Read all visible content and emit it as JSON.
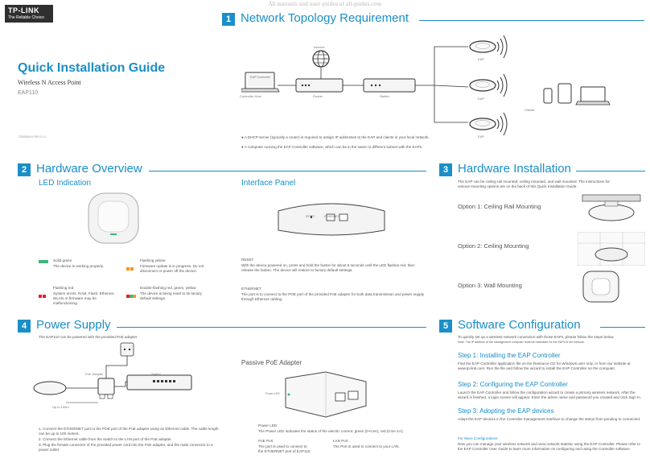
{
  "watermark": "All manuals and user guides at all-guides.com",
  "brand": {
    "name": "TP-LINK",
    "tagline": "The Reliable Choice"
  },
  "cover": {
    "title": "Quick Installation Guide",
    "subtitle": "Wireless N Access Point",
    "model": "EAP110",
    "code": "7106506419 REV1.0.0"
  },
  "sections": {
    "s1": {
      "num": "1",
      "title": "Network Topology Requirement"
    },
    "s2": {
      "num": "2",
      "title": "Hardware Overview"
    },
    "s3": {
      "num": "3",
      "title": "Hardware Installation"
    },
    "s4": {
      "num": "4",
      "title": "Power Supply"
    },
    "s5": {
      "num": "5",
      "title": "Software Configuration"
    }
  },
  "topology": {
    "internet": "Internet",
    "controller_host": "Controller Host",
    "eap_controller": "EAP Controller",
    "router": "Router",
    "switch": "Switch",
    "eap": "EAP",
    "clients": "Clients",
    "notes": [
      "A DHCP server (typically a router) is required to assign IP addresses to the EAP and clients in your local network.",
      "A computer running the EAP Controller software, which can be in the same or different subnet with the EAPs."
    ]
  },
  "hardware": {
    "led_title": "LED Indication",
    "interface_title": "Interface Panel",
    "leds": [
      {
        "color": "#3cb878",
        "state": "Solid green",
        "desc": "The device is working properly."
      },
      {
        "color": "#f7941d",
        "state": "Flashing yellow",
        "desc": "Firmware update is in progress. Do not disconnect or power off the device."
      },
      {
        "color": "#ed1c24",
        "state": "Flashing red",
        "desc": "System errors. RAM, Flash, Ethernet, WLAN or firmware may be malfunctioning."
      },
      {
        "color": "#f7941d",
        "state": "Double-flashing red, green, yellow",
        "desc": "The device is being reset to its factory default settings."
      }
    ],
    "reset_title": "RESET",
    "reset_desc": "With the device powered on, press and hold the button for about 8 seconds until the LED flashes red, then release the button. The device will restore to factory default settings.",
    "ethernet_title": "ETHERNET",
    "ethernet_desc": "The port is to connect to the POE port of the provided PoE adapter for both data transmission and power supply through Ethernet cabling.",
    "panel_labels": [
      "RESET",
      "ETHERNET"
    ]
  },
  "installation": {
    "intro": "The EAP can be ceiling rail mounted, ceiling mounted, and wall mounted. The instructions for various mounting options are on the back of this Quick Installation Guide.",
    "options": [
      "Option 1:  Ceiling Rail Mounting",
      "Option 2:  Ceiling Mounting",
      "Option 3:  Wall Mounting"
    ]
  },
  "power": {
    "intro": "The EAP110 can be powered with the provided PoE adapter.",
    "poe_adapter": "PoE Adapter",
    "switch": "Switch",
    "distance": "Up to 100m",
    "steps": [
      "1. Connect the ETHERNET port to the POE port of the PoE adapter using an Ethernet cable. The cable length can be up to 100 meters.",
      "2. Connect the Ethernet cable from the switch to the LAN port of the PoE adapter.",
      "3. Plug the female connector of the provided power cord into the PoE adapter, and the male connector to a power outlet."
    ],
    "passive_title": "Passive PoE Adapter",
    "power_led_label": "Power LED",
    "power_led_desc": "The Power LED indicates the status of the electric current: green (0-0.5A), red (0.5A-1A).",
    "poe_port_title": "PoE Port",
    "poe_port_desc": "The port is used to connect to the ETHERNET port of EAP110.",
    "lan_port_title": "LAN Port",
    "lan_port_desc": "The Port is used to connect to your LAN."
  },
  "software": {
    "intro": "To quickly set up a wireless network connection with those EAPs, please follow the steps below.",
    "note": "Note: The IP address of the management computer must be reachable for the EAPs in the network.",
    "steps": [
      {
        "title": "Step 1:  Installing the EAP Controller",
        "desc": "Find the EAP Controller application file on the Resource CD for Windows user only, or from our website at www.tp-link.com. Run the file and follow the wizard to install the EAP Controller on the computer."
      },
      {
        "title": "Step 2:  Configuring the EAP Controller",
        "desc": "Launch the EAP Controller and follow the configuration wizard to create a primary wireless network. After the wizard is finished, a login screen will appear. Enter the admin name and password you created and click Sign In."
      },
      {
        "title": "Step 3:  Adopting the EAP devices",
        "desc": "Adopt the EAP devices in the Controller management interface to change the status from pending to connected."
      }
    ],
    "more_title": "For More Configurations",
    "more_desc": "Now you can manage your wireless network and view network statistic using the EAP Controller. Please refer to the EAP Controller User Guide to learn more information on configuring and using the Controller software."
  }
}
